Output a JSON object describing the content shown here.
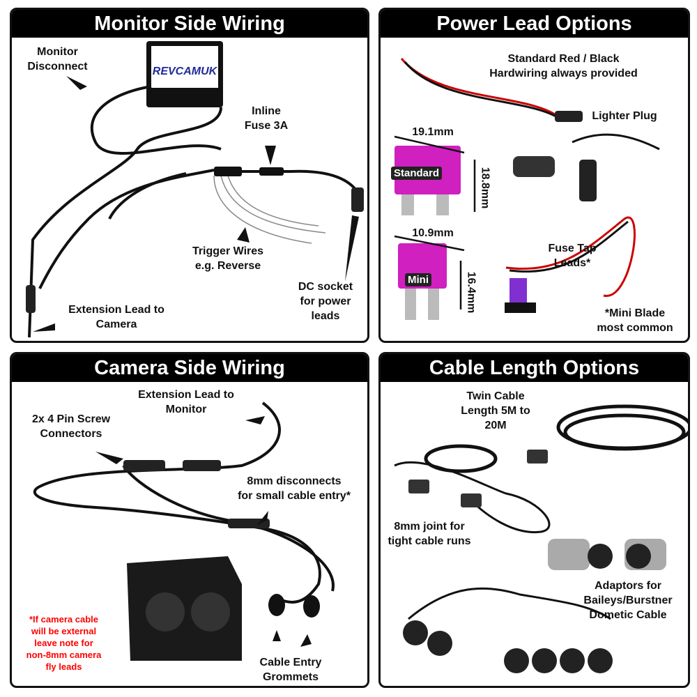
{
  "panels": {
    "monitor": {
      "title": "Monitor Side Wiring",
      "brand": "REVCAMUK",
      "labels": {
        "disconnect": "Monitor\nDisconnect",
        "fuse": "Inline\nFuse 3A",
        "trigger": "Trigger Wires\ne.g. Reverse",
        "dc": "DC socket\nfor power\nleads",
        "extension": "Extension Lead to\nCamera"
      }
    },
    "power": {
      "title": "Power Lead Options",
      "labels": {
        "standard_lead": "Standard Red / Black\nHardwiring always provided",
        "lighter": "Lighter Plug",
        "fuse_tap": "Fuse Tap\nLeads*",
        "mini_note": "*Mini Blade\nmost common"
      },
      "fuses": {
        "standard": {
          "name": "Standard",
          "width": "19.1mm",
          "height": "18.8mm"
        },
        "mini": {
          "name": "Mini",
          "width": "10.9mm",
          "height": "16.4mm"
        }
      },
      "fuse_color": "#d020c0"
    },
    "camera": {
      "title": "Camera Side Wiring",
      "labels": {
        "extension": "Extension Lead to\nMonitor",
        "connectors": "2x 4 Pin Screw\nConnectors",
        "disconnects": "8mm disconnects\nfor small cable entry*",
        "grommets": "Cable Entry\nGrommets",
        "note": "*If camera cable\nwill be external\nleave note for\nnon-8mm camera\nfly leads"
      }
    },
    "cable": {
      "title": "Cable Length Options",
      "labels": {
        "twin": "Twin Cable\nLength 5M to\n20M",
        "joint": "8mm joint for\ntight cable runs",
        "adaptors": "Adaptors for\nBaileys/Burstner\nDometic Cable"
      }
    }
  }
}
